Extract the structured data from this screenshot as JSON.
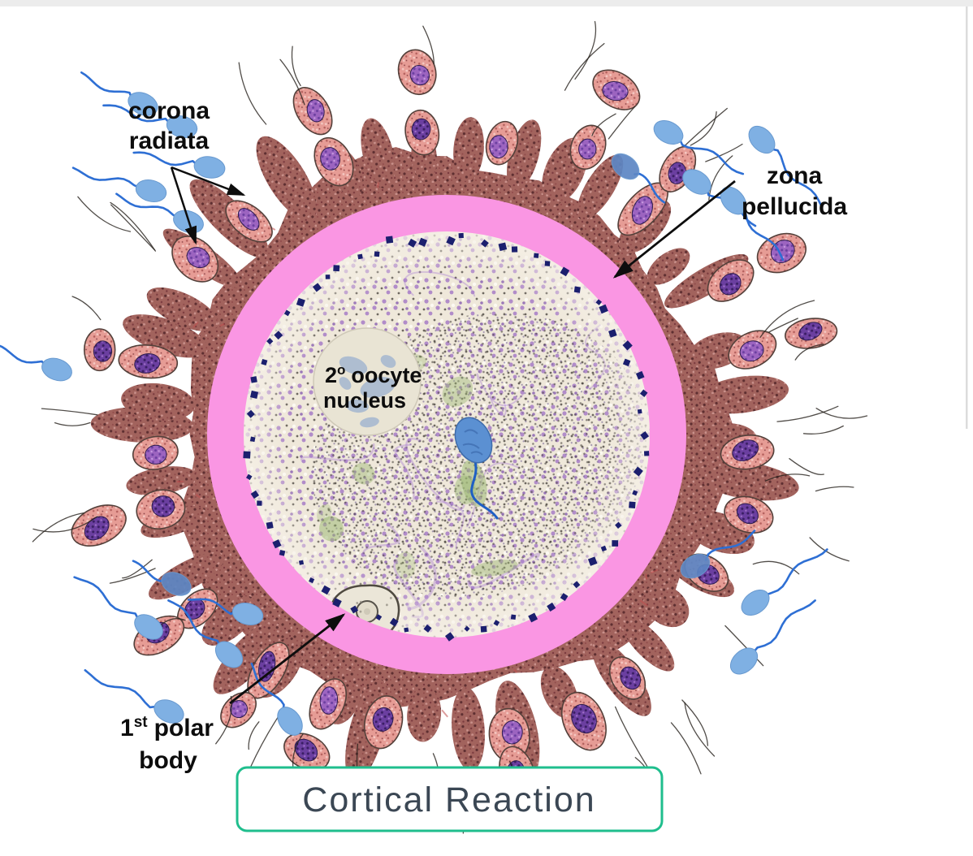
{
  "figure": {
    "title": "Cortical Reaction",
    "labels": {
      "corona": {
        "line1": "corona",
        "line2": "radiata"
      },
      "zona": {
        "line1": "zona",
        "line2": "pellucida"
      },
      "nucleus": {
        "num": "2",
        "sup": "o",
        "rest": "oocyte",
        "line2": "nucleus"
      },
      "polar": {
        "num": "1",
        "sup": "st",
        "rest": "polar",
        "line2": "body"
      }
    }
  },
  "palette": {
    "zona_pink": "#FA96E3",
    "granule_navy": "#1B1F6E",
    "cumulus_mauve": "#A2635D",
    "cell_salmon": "#E69C95",
    "nucleus_purple": "#6B3FA0",
    "cytoplasm_cream": "#EFE8DA",
    "sperm_head_blue": "#7FB0E3",
    "sperm_tail_blue": "#2E6FD4",
    "inner_sperm_blue": "#5B90D2",
    "title_border_green": "#1FBE8D",
    "title_text_gray": "#3B4754",
    "label_black": "#0D0D0D",
    "frame_gray": "#ECECEC"
  }
}
